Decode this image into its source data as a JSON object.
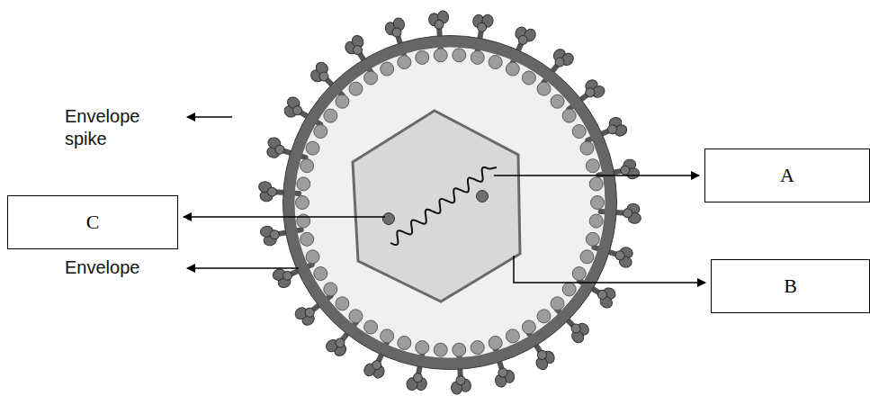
{
  "diagram": {
    "nodes": [
      {
        "text": [
          "A"
        ]
      },
      {
        "text": [
          "C"
        ]
      },
      {
        "text": [
          "B"
        ]
      }
    ],
    "labels": [
      "Envelope spike",
      "Envelope"
    ]
  }
}
